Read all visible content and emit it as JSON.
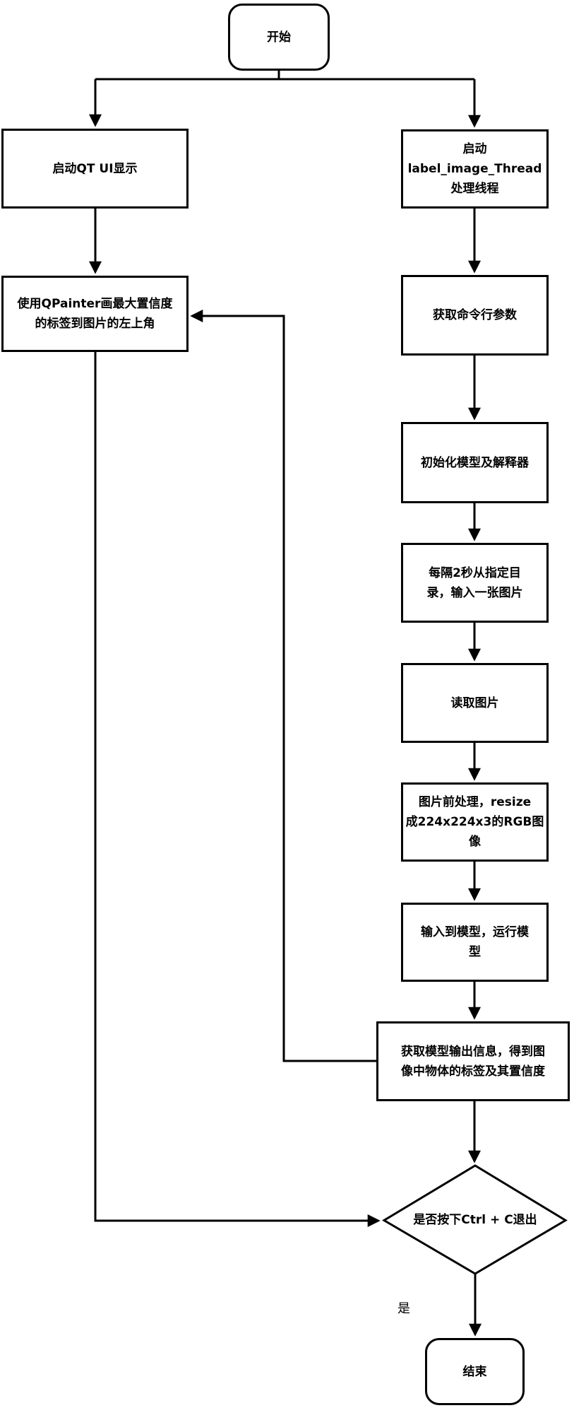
{
  "diagram": {
    "colors": {
      "background": "#ffffff",
      "line": "#000000",
      "node_fill": "#ffffff",
      "text": "#000000"
    },
    "nodes": {
      "start": {
        "type": "terminator",
        "label": "开始"
      },
      "launch_qt_ui": {
        "type": "process",
        "label": "启动QT UI显示"
      },
      "qpainter_draw": {
        "type": "process",
        "lines": [
          "使用QPainter画最大置信度",
          "的标签到图片的左上角"
        ]
      },
      "launch_thread": {
        "type": "process",
        "lines": [
          "启动",
          "label_image_Thread",
          "处理线程"
        ]
      },
      "get_cmdline_args": {
        "type": "process",
        "label": "获取命令行参数"
      },
      "init_model": {
        "type": "process",
        "label": "初始化模型及解释器"
      },
      "input_image_every_2s": {
        "type": "process",
        "lines": [
          "每隔2秒从指定目",
          "录，输入一张图片"
        ]
      },
      "read_image": {
        "type": "process",
        "label": "读取图片"
      },
      "preprocess_image": {
        "type": "process",
        "lines": [
          "图片前处理，resize",
          "成224x224x3的RGB图",
          "像"
        ]
      },
      "run_model": {
        "type": "process",
        "lines": [
          "输入到模型，运行模",
          "型"
        ]
      },
      "get_model_output": {
        "type": "process",
        "lines": [
          "获取模型输出信息，得到图",
          "像中物体的标签及其置信度"
        ]
      },
      "ctrl_c_decision": {
        "type": "decision",
        "label": "是否按下Ctrl + C退出"
      },
      "end": {
        "type": "terminator",
        "label": "结束"
      }
    },
    "edge_labels": {
      "yes": "是"
    }
  }
}
